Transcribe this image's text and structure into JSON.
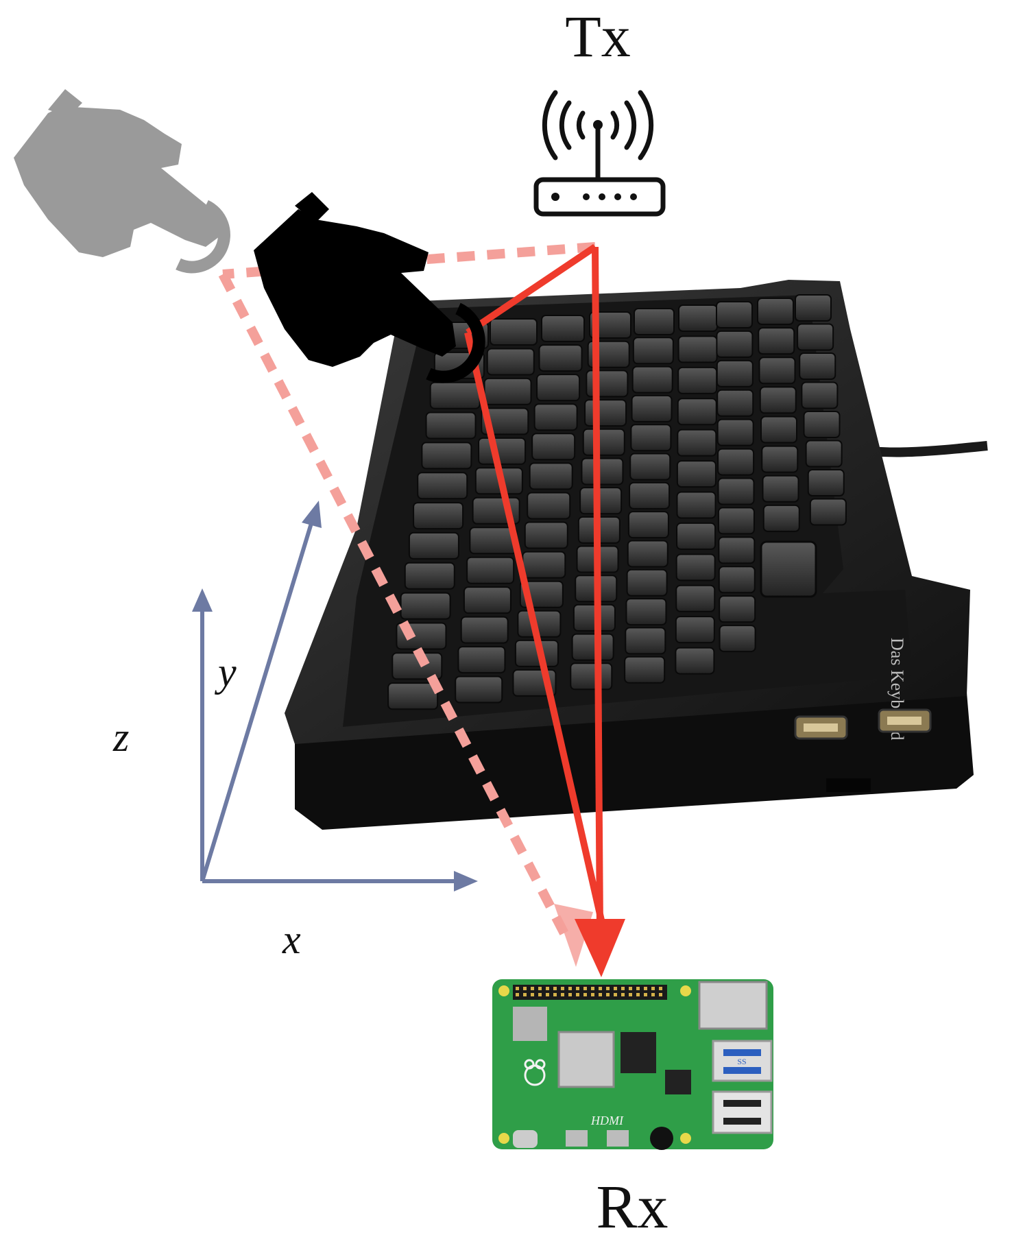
{
  "labels": {
    "tx": "Tx",
    "rx": "Rx",
    "axis_x": "x",
    "axis_y": "y",
    "axis_z": "z",
    "keyboard_brand": "Das Keyboard",
    "board_hdmi": "HDMI",
    "board_usb3": "SS"
  },
  "colors": {
    "signal_solid": "#ef3b2c",
    "signal_dashed": "#f4a09a",
    "axes": "#6d7aa3",
    "hand_active": "#000000",
    "hand_previous": "#9a9a9a",
    "keyboard": "#1c1c1c",
    "board": "#2f9e48"
  },
  "icons": {
    "transmitter": "wifi-router-icon",
    "finger_current": "pointing-hand-icon",
    "finger_previous": "pointing-hand-icon",
    "receiver": "raspberry-pi-board"
  }
}
